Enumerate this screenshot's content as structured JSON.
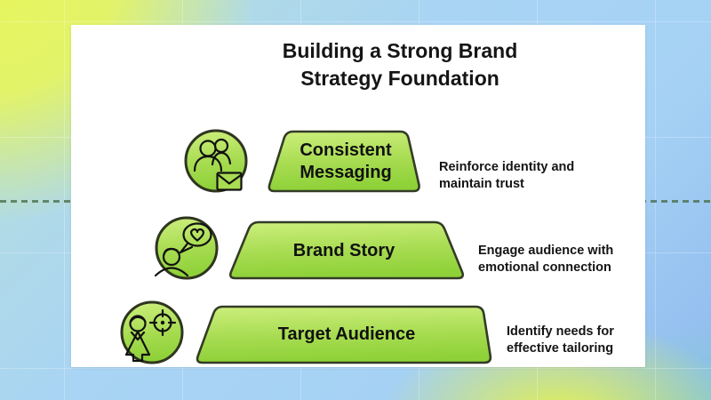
{
  "title": {
    "line1": "Building a Strong Brand",
    "line2": "Strategy Foundation"
  },
  "pyramid": {
    "levels": [
      {
        "label": "Consistent Messaging",
        "description": "Reinforce identity and maintain trust",
        "icon": "people-mail-icon"
      },
      {
        "label": "Brand Story",
        "description": "Engage audience with emotional connection",
        "icon": "heart-speech-icon"
      },
      {
        "label": "Target Audience",
        "description": "Identify needs for effective tailoring",
        "icon": "person-target-icon"
      }
    ]
  },
  "colors": {
    "shape_fill_top": "#cdef7d",
    "shape_fill_bottom": "#8ed138",
    "shape_border": "#333b26",
    "icon_stroke": "#111111",
    "background_blue": "#a9d4f4",
    "background_yellow_green": "#e7f55c",
    "background_yellow": "#ecf73e",
    "dashed_line_color": "#4c7050",
    "card_background": "#ffffff",
    "text_color": "#151515"
  }
}
